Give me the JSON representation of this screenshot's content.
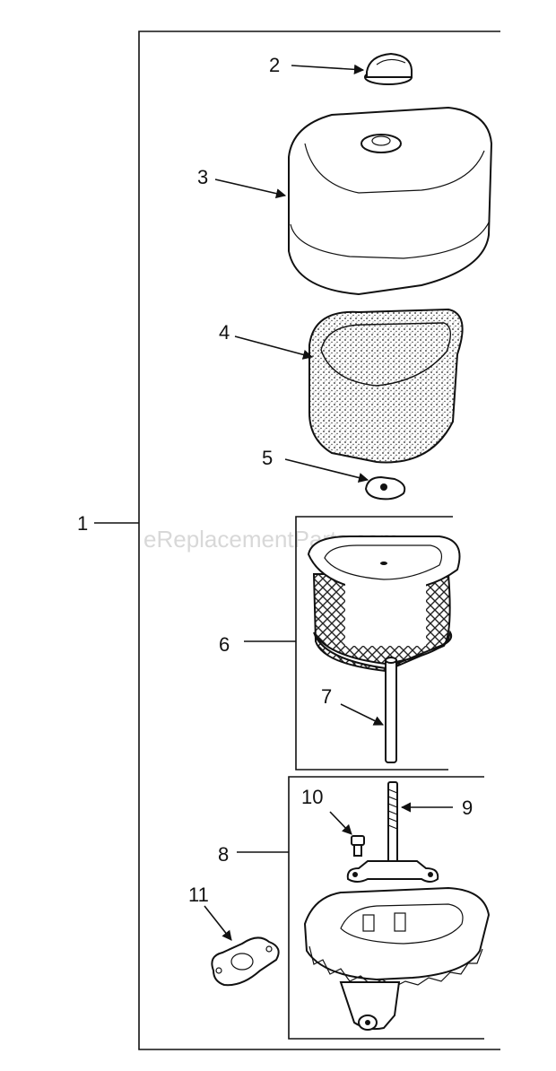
{
  "watermark": "eReplacementParts.com",
  "callouts": [
    {
      "id": "1",
      "label": "1"
    },
    {
      "id": "2",
      "label": "2"
    },
    {
      "id": "3",
      "label": "3"
    },
    {
      "id": "4",
      "label": "4"
    },
    {
      "id": "5",
      "label": "5"
    },
    {
      "id": "6",
      "label": "6"
    },
    {
      "id": "7",
      "label": "7"
    },
    {
      "id": "8",
      "label": "8"
    },
    {
      "id": "9",
      "label": "9"
    },
    {
      "id": "10",
      "label": "10"
    },
    {
      "id": "11",
      "label": "11"
    }
  ]
}
